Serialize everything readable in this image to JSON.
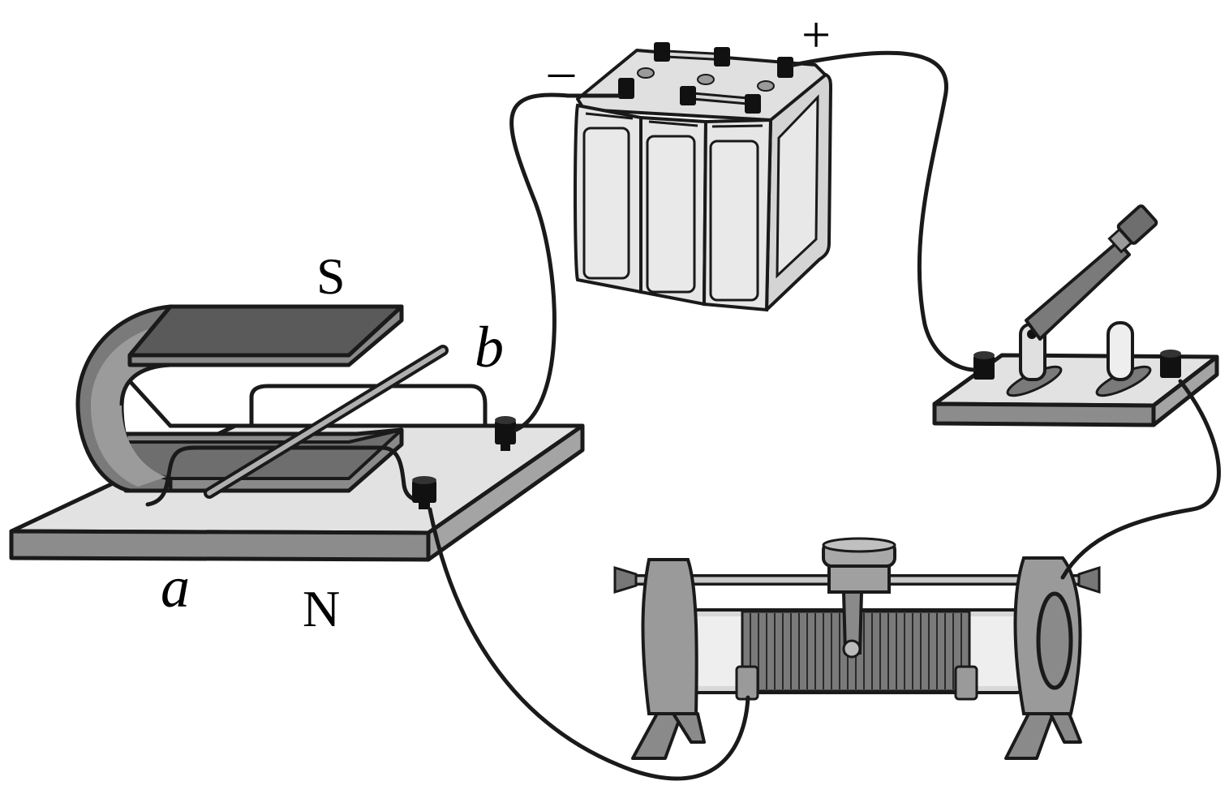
{
  "labels": {
    "magnet_top_pole": "S",
    "magnet_bottom_pole": "N",
    "rod_end_a": "a",
    "rod_end_b": "b",
    "battery_positive": "+",
    "battery_negative": "–"
  },
  "colors": {
    "outline": "#1a1a1a",
    "magnet_dark": "#5a5a5a",
    "magnet_mid": "#8a8a8a",
    "base_top": "#e2e2e2",
    "base_side": "#8c8c8c",
    "battery_face": "#e6e6e6",
    "battery_side": "#d4d4d4",
    "rheostat_metal": "#9a9a9a",
    "coil": "#7a7a7a",
    "terminal": "#111111",
    "background": "#ffffff"
  },
  "components": [
    "horseshoe-magnet",
    "metal-rod",
    "wire-rails",
    "battery",
    "knife-switch",
    "sliding-rheostat",
    "connecting-wires"
  ]
}
